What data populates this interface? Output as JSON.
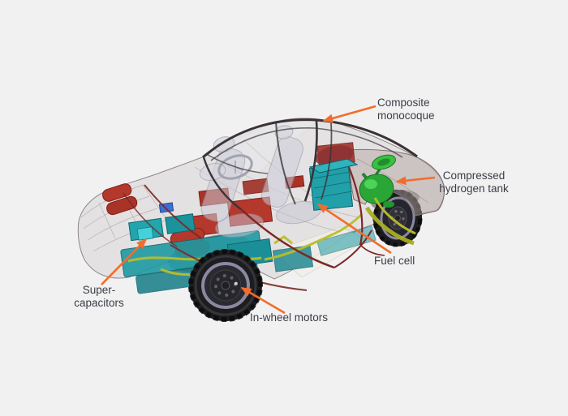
{
  "colors": {
    "background": "#f1f1f2",
    "arrow": "#f26d2b",
    "label_text": "#3a3d45",
    "body_gray": "#cfc9c9",
    "rear_panel": "#b3a6a4",
    "frame_dark": "#3a3336",
    "frame_maroon": "#7c2724",
    "component_red": "#b5382c",
    "supercap_teal": "#1f9aa3",
    "fuelcell_teal": "#21a0a9",
    "tank_green": "#2aa636",
    "cable_yellow": "#b9be2c",
    "tire_black": "#1d1d1f",
    "rim_lavender": "#918ea8"
  },
  "labels": {
    "composite_monocoque": {
      "line1": "Composite",
      "line2": "monocoque"
    },
    "hydrogen_tank": {
      "line1": "Compressed",
      "line2": "hydrogen tank"
    },
    "fuel_cell": {
      "line1": "Fuel cell"
    },
    "in_wheel_motors": {
      "line1": "In-wheel motors"
    },
    "supercapacitors": {
      "line1": "Super-",
      "line2": "capacitors"
    }
  }
}
